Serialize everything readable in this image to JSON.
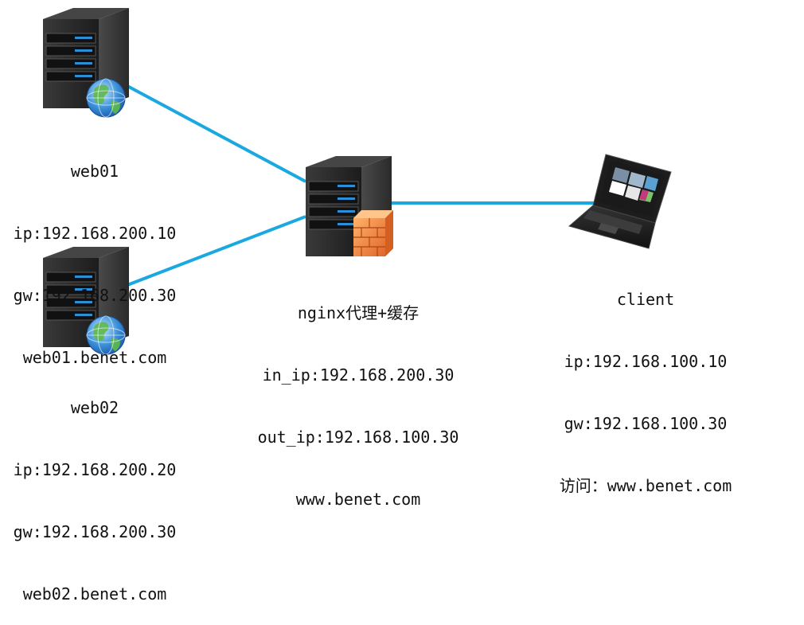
{
  "colors": {
    "link": "#19a9e0",
    "server_body": "#2c2c2c",
    "server_light": "#2a8fd6",
    "firewall": "#f08a3a"
  },
  "nodes": {
    "web01": {
      "icon": "server-globe-icon",
      "lines": [
        "web01",
        "ip:192.168.200.10",
        "gw:192.168.200.30",
        "web01.benet.com"
      ]
    },
    "web02": {
      "icon": "server-globe-icon",
      "lines": [
        "web02",
        "ip:192.168.200.20",
        "gw:192.168.200.30",
        "web02.benet.com"
      ]
    },
    "proxy": {
      "icon": "server-firewall-icon",
      "lines": [
        "nginx代理+缓存",
        "in_ip:192.168.200.30",
        "out_ip:192.168.100.30",
        "www.benet.com"
      ]
    },
    "client": {
      "icon": "laptop-icon",
      "lines": [
        "client",
        "ip:192.168.100.10",
        "gw:192.168.100.30",
        "访问：www.benet.com"
      ]
    }
  }
}
